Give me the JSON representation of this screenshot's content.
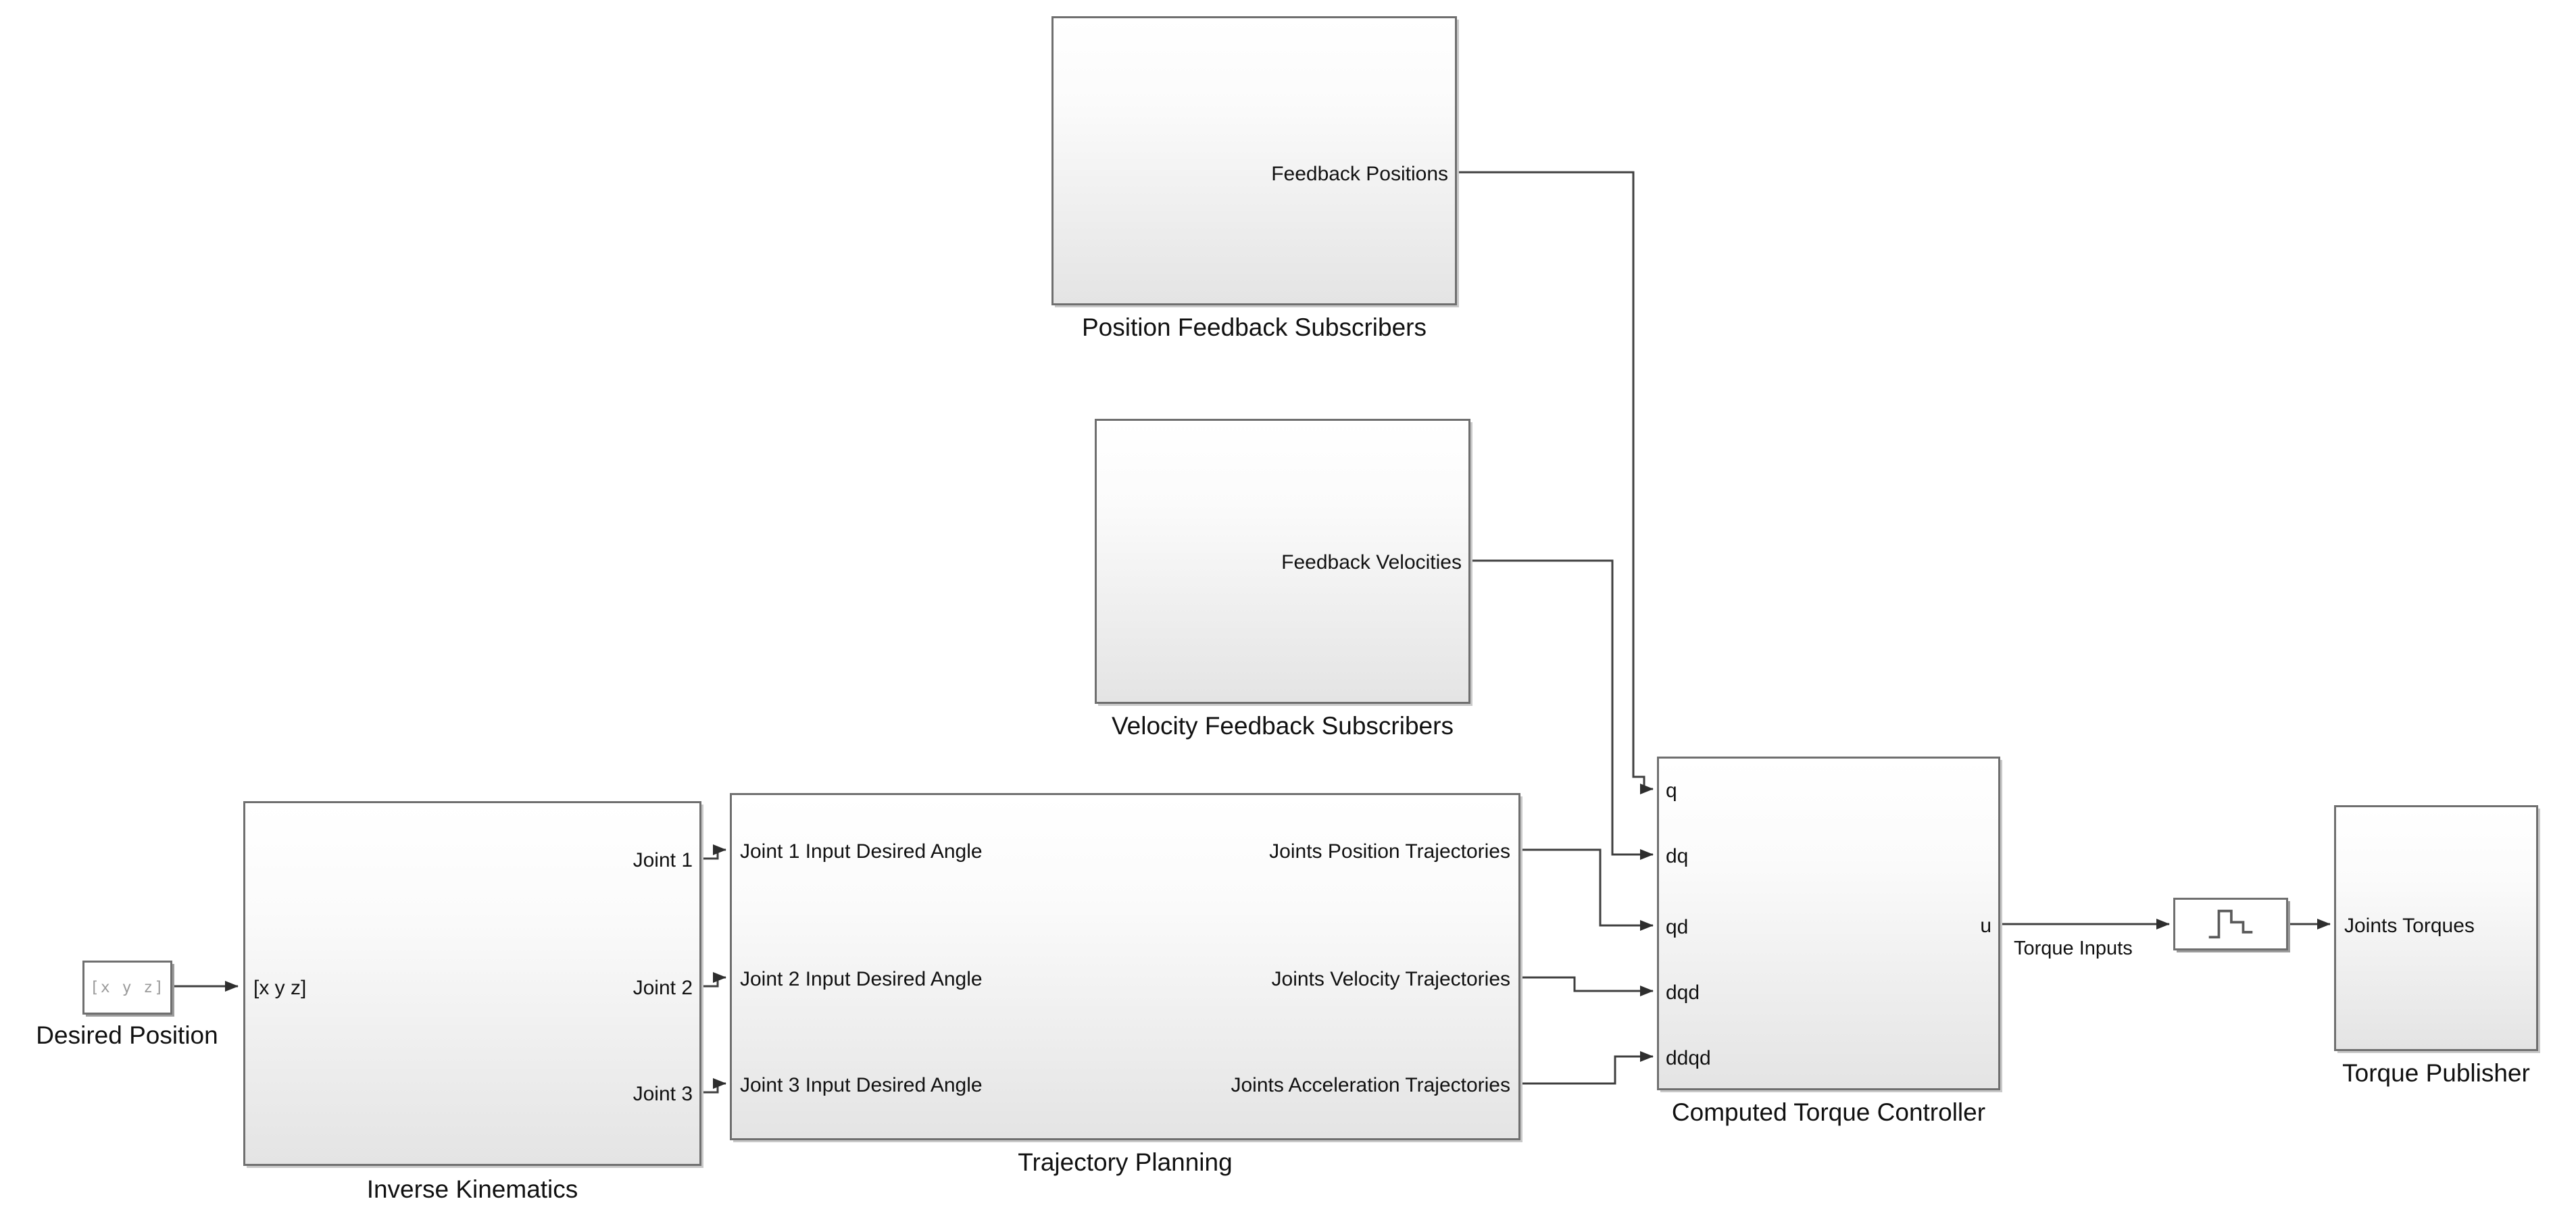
{
  "diagram": {
    "colors": {
      "background": "#ffffff",
      "block_border": "#6f6f6f",
      "block_fill_top": "#ffffff",
      "block_fill_bottom": "#e4e4e4",
      "wire": "#3f3f3f",
      "text": "#111111",
      "constant_text": "#9a9a9a"
    },
    "blocks": {
      "desired_position": {
        "caption": "Desired Position",
        "icon_text": "[x y z]"
      },
      "inverse_kinematics": {
        "caption": "Inverse Kinematics",
        "inputs": [
          "[x y z]"
        ],
        "outputs": [
          "Joint 1",
          "Joint 2",
          "Joint 3"
        ]
      },
      "trajectory_planning": {
        "caption": "Trajectory Planning",
        "inputs": [
          "Joint 1 Input Desired Angle",
          "Joint 2 Input Desired Angle",
          "Joint 3 Input Desired Angle"
        ],
        "outputs": [
          "Joints Position Trajectories",
          "Joints Velocity Trajectories",
          "Joints Acceleration Trajectories"
        ]
      },
      "position_feedback_subscribers": {
        "caption": "Position Feedback Subscribers",
        "outputs": [
          "Feedback Positions"
        ]
      },
      "velocity_feedback_subscribers": {
        "caption": "Velocity Feedback Subscribers",
        "outputs": [
          "Feedback Velocities"
        ]
      },
      "computed_torque_controller": {
        "caption": "Computed Torque Controller",
        "inputs": [
          "q",
          "dq",
          "qd",
          "dqd",
          "ddqd"
        ],
        "outputs": [
          "u"
        ]
      },
      "zero_order_hold": {
        "icon": "step-signal-icon"
      },
      "torque_publisher": {
        "caption": "Torque Publisher",
        "inputs": [
          "Joints Torques"
        ]
      }
    },
    "wire_labels": {
      "torque_inputs": "Torque Inputs"
    }
  }
}
